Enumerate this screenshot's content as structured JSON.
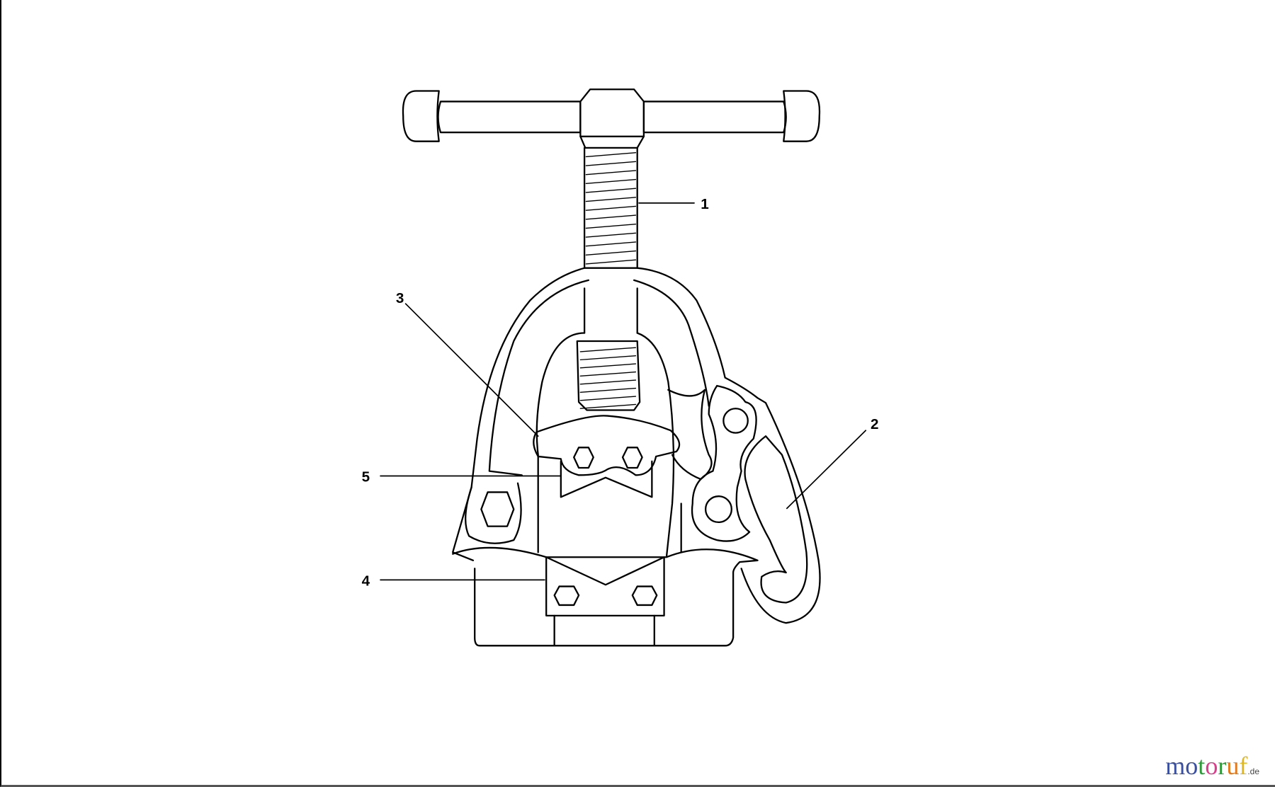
{
  "diagram": {
    "callouts": [
      "1",
      "2",
      "3",
      "4",
      "5"
    ]
  },
  "logo": {
    "text": "motoruf",
    "tld": ".de",
    "colors": [
      "#3a4fa0",
      "#3a4fa0",
      "#2e9a3a",
      "#d6408a",
      "#2e9a3a",
      "#e07a1e",
      "#e0b81e"
    ]
  }
}
